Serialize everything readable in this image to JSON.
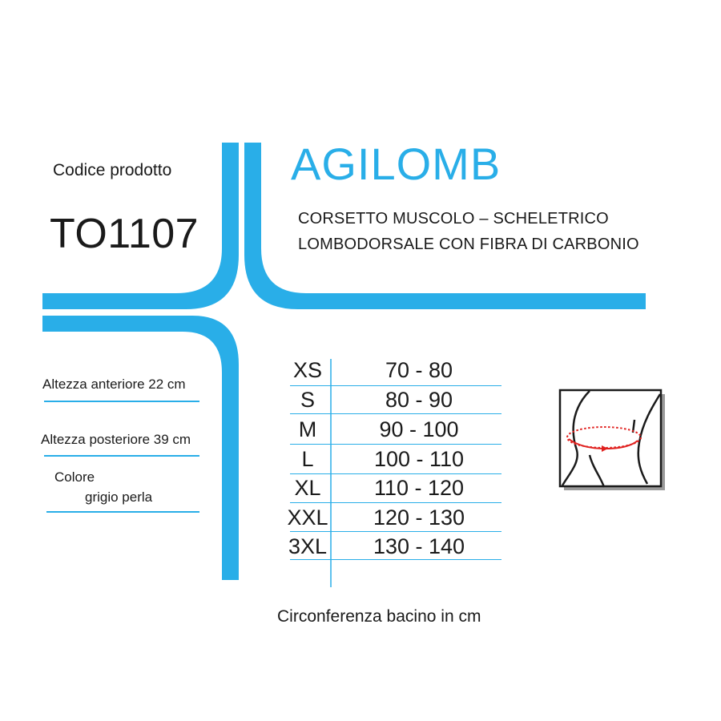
{
  "product": {
    "code_label": "Codice prodotto",
    "code": "TO1107",
    "brand": "AGILOMB",
    "description_line1": "CORSETTO MUSCOLO – SCHELETRICO",
    "description_line2": "LOMBODORSALE CON FIBRA DI CARBONIO"
  },
  "specs": {
    "front_height": "Altezza anteriore 22 cm",
    "back_height": "Altezza posteriore 39 cm",
    "color_label": "Colore",
    "color_value": "grigio perla"
  },
  "size_table": {
    "rows": [
      {
        "size": "XS",
        "range": "70 - 80"
      },
      {
        "size": "S",
        "range": "80 - 90"
      },
      {
        "size": "M",
        "range": "90 - 100"
      },
      {
        "size": "L",
        "range": "100 - 110"
      },
      {
        "size": "XL",
        "range": "110 - 120"
      },
      {
        "size": "XXL",
        "range": "120 - 130"
      },
      {
        "size": "3XL",
        "range": "130 - 140"
      }
    ],
    "caption": "Circonferenza bacino in cm"
  },
  "colors": {
    "accent": "#29aee8",
    "measure_red": "#e0201e",
    "text": "#1a1a1a"
  },
  "icons": {
    "measurement": "hip-circumference-icon"
  }
}
